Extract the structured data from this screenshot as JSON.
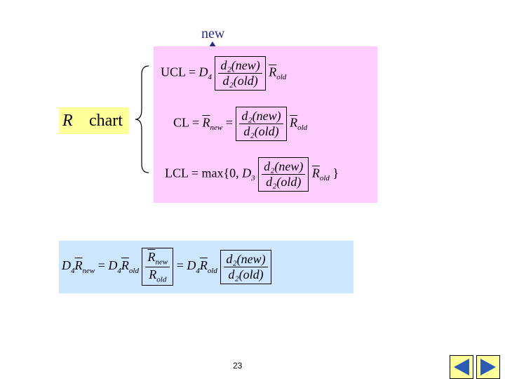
{
  "annotation": {
    "new_label": "new"
  },
  "r_chart": {
    "symbol": "R",
    "word": "chart"
  },
  "formulas": {
    "ucl": {
      "lhs": "UCL =",
      "coef": "D",
      "coef_sub": "4",
      "num": "d₂(new)",
      "den": "d₂(old)",
      "rhs": "R",
      "rhs_sub": "old"
    },
    "cl": {
      "lhs": "CL =",
      "mid": "R",
      "mid_sub": "new",
      "eq": "=",
      "num": "d₂(new)",
      "den": "d₂(old)",
      "rhs": "R",
      "rhs_sub": "old"
    },
    "lcl": {
      "lhs": "LCL = max{0,",
      "coef": "D",
      "coef_sub": "3",
      "num": "d₂(new)",
      "den": "d₂(old)",
      "rhs": "R",
      "rhs_sub": "old",
      "close": "}"
    }
  },
  "derivation": {
    "a": "D",
    "a_sub": "4",
    "b": "R",
    "b_sub": "new",
    "eq1": "=",
    "c": "D",
    "c_sub": "4",
    "d": "R",
    "d_sub": "old",
    "f1_num": "R",
    "f1_num_sub": "new",
    "f1_den": "R",
    "f1_den_sub": "old",
    "eq2": "=",
    "e": "D",
    "e_sub": "4",
    "g": "R",
    "g_sub": "old",
    "f2_num": "d₂(new)",
    "f2_den": "d₂(old)"
  },
  "footer": {
    "page_number": "23"
  },
  "nav": {
    "prev_icon": "triangle-left-icon",
    "next_icon": "triangle-right-icon"
  }
}
